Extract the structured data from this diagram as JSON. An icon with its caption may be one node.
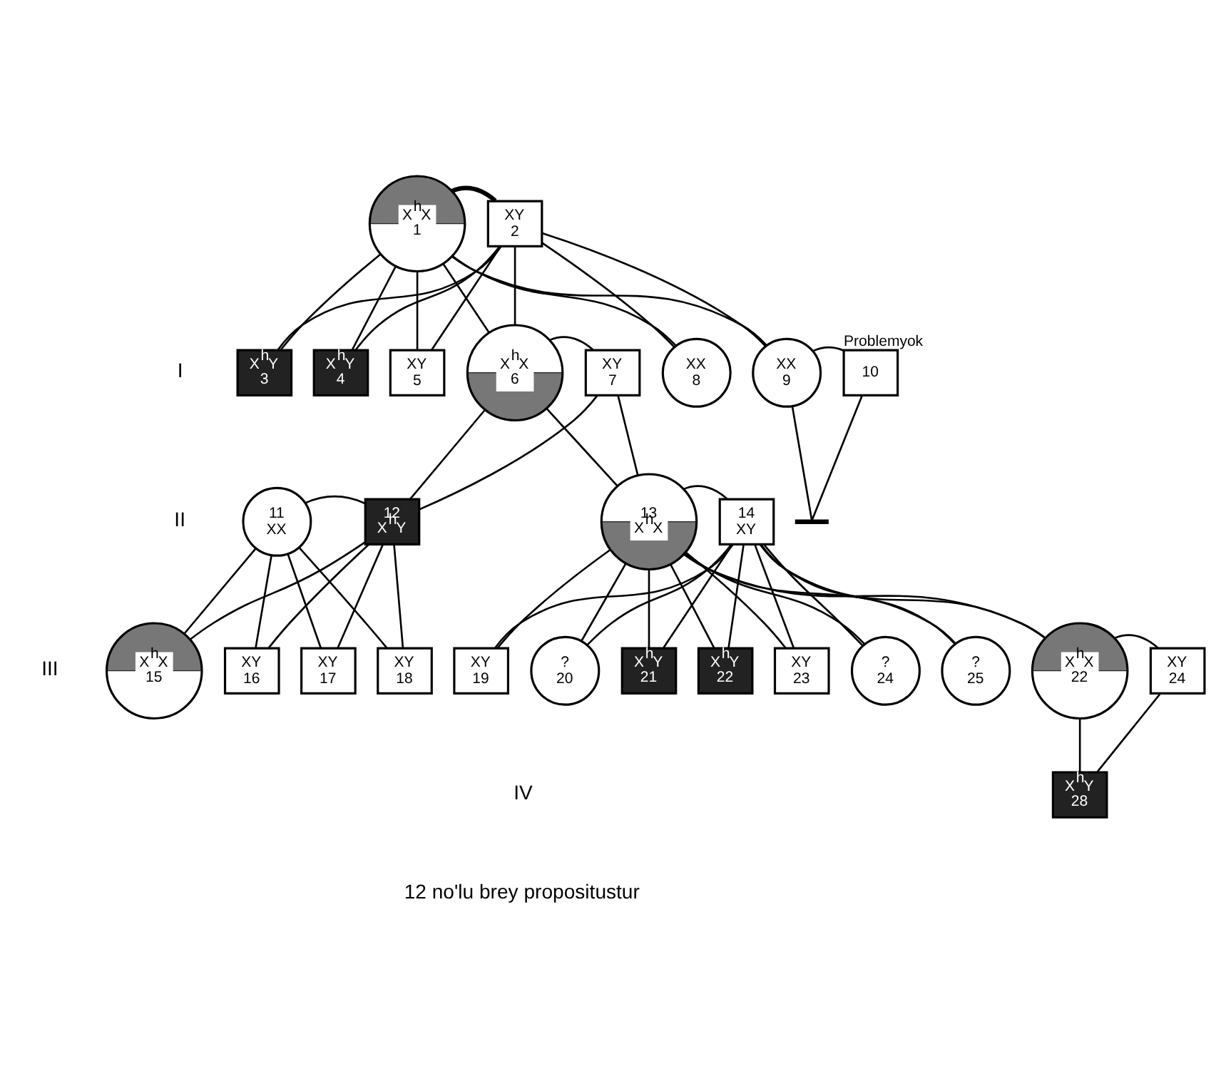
{
  "diagram": {
    "nodes": [
      {
        "text": [
          "X$^{h}$X",
          "1"
        ]
      },
      {
        "text": [
          "XY",
          "2"
        ]
      },
      {
        "text": [
          "X$^{h}$Y",
          "3"
        ]
      },
      {
        "text": [
          "X$^{h}$Y",
          "4"
        ]
      },
      {
        "text": [
          "XY",
          "5"
        ]
      },
      {
        "text": [
          "X$^{h}$X",
          "6"
        ]
      },
      {
        "text": [
          "XY",
          "7"
        ]
      },
      {
        "text": [
          "XX",
          "8"
        ]
      },
      {
        "text": [
          "XX",
          "9"
        ]
      },
      {
        "text": [
          "10"
        ],
        "beside": [
          "Problemyok"
        ]
      },
      {
        "text": [
          "11",
          "XX"
        ]
      },
      {
        "text": [
          "12",
          "X$^{h}$Y"
        ]
      },
      {
        "text": [
          "13",
          "X$^{h}$X"
        ]
      },
      {
        "text": [
          "14",
          "XY"
        ]
      },
      {
        "text": [
          "X$^{h}$X",
          "15"
        ]
      },
      {
        "text": [
          "XY",
          "16"
        ]
      },
      {
        "text": [
          "XY",
          "17"
        ]
      },
      {
        "text": [
          "XY",
          "18"
        ]
      },
      {
        "text": [
          "XY",
          "19"
        ]
      },
      {
        "text": [
          "?",
          "20"
        ]
      },
      {
        "text": [
          "X$^{h}$Y",
          "21"
        ]
      },
      {
        "text": [
          "X$^{h}$Y",
          "22"
        ]
      },
      {
        "text": [
          "XY",
          "23"
        ]
      },
      {
        "text": [
          "?",
          "24"
        ]
      },
      {
        "text": [
          "?",
          "25"
        ]
      },
      {
        "text": [
          "X$^{h}$X",
          "22"
        ]
      },
      {
        "text": [
          "XY",
          "24"
        ]
      },
      {
        "text": [
          "X$^{h}$Y",
          "28"
        ]
      },
      {
        "text": [],
        "shape": "bar"
      }
    ],
    "edges": [
      {
        "from": 0,
        "to": 1,
        "arrow": "none",
        "style": "thick"
      },
      {
        "from": 0,
        "to": 2,
        "arrow": "none"
      },
      {
        "from": 1,
        "to": 2,
        "arrow": "none"
      },
      {
        "from": 0,
        "to": 3,
        "arrow": "none"
      },
      {
        "from": 1,
        "to": 3,
        "arrow": "none"
      },
      {
        "from": 0,
        "to": 4,
        "arrow": "none"
      },
      {
        "from": 1,
        "to": 4,
        "arrow": "none"
      },
      {
        "from": 0,
        "to": 5,
        "arrow": "none"
      },
      {
        "from": 1,
        "to": 5,
        "arrow": "none"
      },
      {
        "from": 0,
        "to": 7,
        "arrow": "none"
      },
      {
        "from": 1,
        "to": 7,
        "arrow": "none"
      },
      {
        "from": 0,
        "to": 8,
        "arrow": "none"
      },
      {
        "from": 1,
        "to": 8,
        "arrow": "none"
      },
      {
        "from": 5,
        "to": 6,
        "arrow": "none"
      },
      {
        "from": 5,
        "to": 11,
        "arrow": "none"
      },
      {
        "from": 6,
        "to": 11,
        "arrow": "none"
      },
      {
        "from": 5,
        "to": 12,
        "arrow": "none"
      },
      {
        "from": 6,
        "to": 12,
        "arrow": "none"
      },
      {
        "from": 8,
        "to": 9,
        "arrow": "none"
      },
      {
        "from": 8,
        "to": 28,
        "arrow": "none"
      },
      {
        "from": 9,
        "to": 28,
        "arrow": "none"
      },
      {
        "from": 10,
        "to": 11,
        "arrow": "none"
      },
      {
        "from": 10,
        "to": 14,
        "arrow": "none"
      },
      {
        "from": 11,
        "to": 14,
        "arrow": "none"
      },
      {
        "from": 10,
        "to": 15,
        "arrow": "none"
      },
      {
        "from": 11,
        "to": 15,
        "arrow": "none"
      },
      {
        "from": 10,
        "to": 16,
        "arrow": "none"
      },
      {
        "from": 11,
        "to": 16,
        "arrow": "none"
      },
      {
        "from": 10,
        "to": 17,
        "arrow": "none"
      },
      {
        "from": 11,
        "to": 17,
        "arrow": "none"
      },
      {
        "from": 12,
        "to": 13,
        "arrow": "none"
      },
      {
        "from": 12,
        "to": 18,
        "arrow": "none"
      },
      {
        "from": 13,
        "to": 18,
        "arrow": "none"
      },
      {
        "from": 12,
        "to": 19,
        "arrow": "none"
      },
      {
        "from": 13,
        "to": 19,
        "arrow": "none"
      },
      {
        "from": 12,
        "to": 20,
        "arrow": "none"
      },
      {
        "from": 13,
        "to": 20,
        "arrow": "none"
      },
      {
        "from": 12,
        "to": 21,
        "arrow": "none"
      },
      {
        "from": 13,
        "to": 21,
        "arrow": "none"
      },
      {
        "from": 12,
        "to": 22,
        "arrow": "none"
      },
      {
        "from": 13,
        "to": 22,
        "arrow": "none"
      },
      {
        "from": 12,
        "to": 23,
        "arrow": "none"
      },
      {
        "from": 13,
        "to": 23,
        "arrow": "none"
      },
      {
        "from": 12,
        "to": 24,
        "arrow": "none"
      },
      {
        "from": 13,
        "to": 24,
        "arrow": "none"
      },
      {
        "from": 12,
        "to": 25,
        "arrow": "none"
      },
      {
        "from": 13,
        "to": 25,
        "arrow": "none"
      },
      {
        "from": 25,
        "to": 26,
        "arrow": "none"
      },
      {
        "from": 25,
        "to": 27,
        "arrow": "none"
      },
      {
        "from": 26,
        "to": 27,
        "arrow": "none"
      }
    ],
    "labels": [
      "I",
      "II",
      "III",
      "IV",
      "12 no'lu brey propositustur"
    ]
  }
}
